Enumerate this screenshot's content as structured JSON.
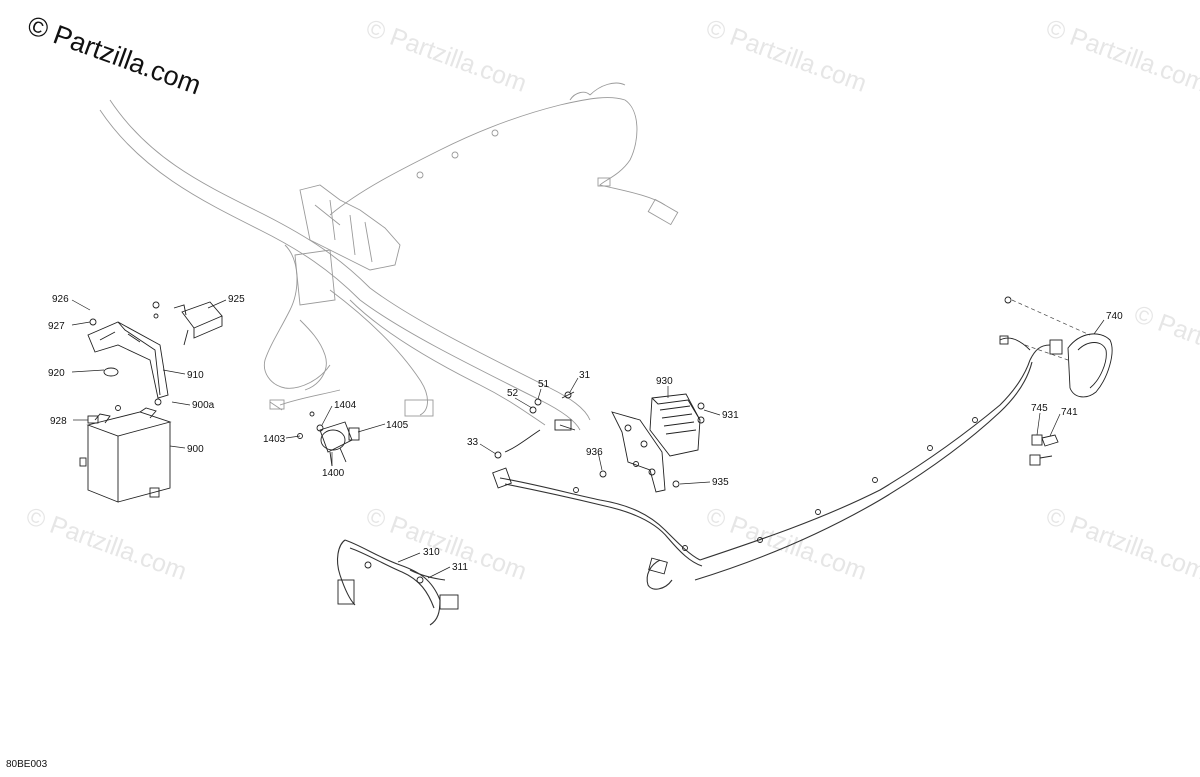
{
  "watermark": {
    "main": "© Partzilla.com",
    "faint": [
      "© Partzilla.com",
      "© Partzilla.com",
      "© Partzilla.com",
      "© Partzilla.com",
      "© Partzilla.com",
      "© Partzilla.com",
      "© Partzilla.com",
      "© Partzilla.com"
    ]
  },
  "reference_code": "80BE003",
  "callouts": {
    "c926": "926",
    "c927": "927",
    "c925": "925",
    "c920": "920",
    "c910": "910",
    "c900a": "900a",
    "c928": "928",
    "c900": "900",
    "c1404": "1404",
    "c1403": "1403",
    "c1405": "1405",
    "c1400": "1400",
    "c52": "52",
    "c51": "51",
    "c31": "31",
    "c33": "33",
    "c930": "930",
    "c931": "931",
    "c936": "936",
    "c935": "935",
    "c740": "740",
    "c745": "745",
    "c741": "741",
    "c310": "310",
    "c311": "311"
  }
}
